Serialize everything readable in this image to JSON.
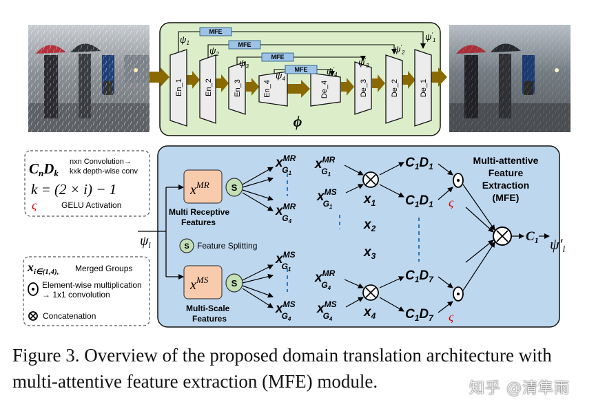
{
  "top": {
    "enc_labels": [
      "En_1",
      "En_2",
      "En_3",
      "En_4"
    ],
    "dec_labels": [
      "De_4",
      "De_3",
      "De_2",
      "De_1"
    ],
    "mfe_label": "MFE",
    "phi": "ϕ",
    "psi_enc": [
      "1",
      "2",
      "3",
      "4"
    ],
    "psi_dec": [
      "4",
      "3",
      "2",
      "1"
    ],
    "psi": "ψ",
    "prime": "′"
  },
  "legend": {
    "cd_c": "C",
    "cd_n": "n",
    "cd_d": "D",
    "cd_k": "k",
    "nxn": "nxn Convolution→",
    "kxk": "kxk depth-wise conv",
    "k_formula": "k = (2 × i) − 1",
    "gelu_symbol": "ς",
    "gelu": "GELU Activation",
    "merged_x": "x",
    "merged_sub": "i∈(1,4),",
    "merged": "Merged Groups",
    "elementwise": "Element-wise multiplication",
    "conv1x1": "→ 1x1 convolution",
    "concat": "Concatenation"
  },
  "mfe_panel": {
    "input_psi": "ψ",
    "input_sub": "l",
    "x": "x",
    "sup_mr": "MR",
    "sup_ms": "MS",
    "s": "S",
    "multi_receptive": [
      "Multi Receptive",
      "Features"
    ],
    "multi_scale": [
      "Multi-Scale",
      "Features"
    ],
    "feature_splitting": "Feature Splitting",
    "g1": "G",
    "sub1": "1",
    "sub4": "4",
    "x_list": [
      "1",
      "2",
      "3",
      "4"
    ],
    "c": "C",
    "d": "D",
    "d_subs": [
      "1",
      "1",
      "7",
      "7"
    ],
    "title": [
      "Multi-attentive",
      "Feature",
      "Extraction",
      "(MFE)"
    ],
    "out_c": "C",
    "out_sub": "1",
    "out_psi": "ψ′",
    "out_sub2": "l"
  },
  "caption": "Figure 3. Overview of the proposed domain translation architecture with multi-attentive feature extraction (MFE) module.",
  "watermark": "知乎 @清隼雨",
  "colors": {
    "unet_bg": "#dbeec9",
    "mfe_bg": "#bdd7ee",
    "orange": "#f8cbad",
    "green": "#c5e0b4",
    "mfe_box": "#9dc3e6",
    "arrow_brown": "#8a6a00",
    "red": "#e00000",
    "dashed_blue": "#2e75b6"
  }
}
